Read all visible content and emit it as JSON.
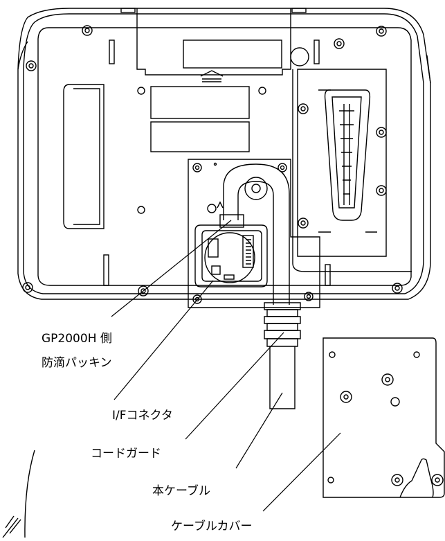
{
  "labels": {
    "packing_line1": "GP2000H 側",
    "packing_line2": "防滴パッキン",
    "if_connector": "I/Fコネクタ",
    "cord_guard": "コードガード",
    "main_cable": "本ケーブル",
    "cable_cover": "ケーブルカバー"
  },
  "colors": {
    "line": "#000000",
    "background": "#ffffff"
  }
}
